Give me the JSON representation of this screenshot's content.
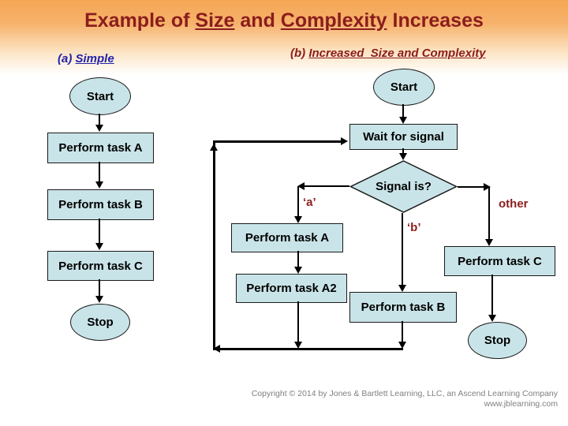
{
  "title": {
    "part1": "Example of ",
    "underline1": "Size",
    "part2": " and ",
    "underline2": "Complexity",
    "part3": " Increases"
  },
  "panel_a": {
    "prefix": "(a) ",
    "label": "Simple",
    "nodes": {
      "start": "Start",
      "task_a": "Perform task A",
      "task_b": "Perform task B",
      "task_c": "Perform task C",
      "stop": "Stop"
    }
  },
  "panel_b": {
    "prefix": "(b) ",
    "label": "Increased  Size and Complexity",
    "nodes": {
      "start": "Start",
      "wait": "Wait for signal",
      "decision": "Signal is?",
      "task_a": "Perform task A",
      "task_a2": "Perform task A2",
      "task_b": "Perform task B",
      "task_c": "Perform task C",
      "stop": "Stop"
    },
    "branches": {
      "a": "‘a’",
      "b": "‘b’",
      "other": "other"
    }
  },
  "footer": {
    "line1": "Copyright © 2014 by Jones & Bartlett Learning, LLC, an Ascend Learning Company",
    "line2": "www.jblearning.com"
  },
  "colors": {
    "title_maroon": "#8B1D1D",
    "label_blue": "#2323AB",
    "node_fill": "#C9E4E8",
    "node_border": "#1A1A1A",
    "gradient_top": "#F5A654",
    "footer_gray": "#808080"
  }
}
